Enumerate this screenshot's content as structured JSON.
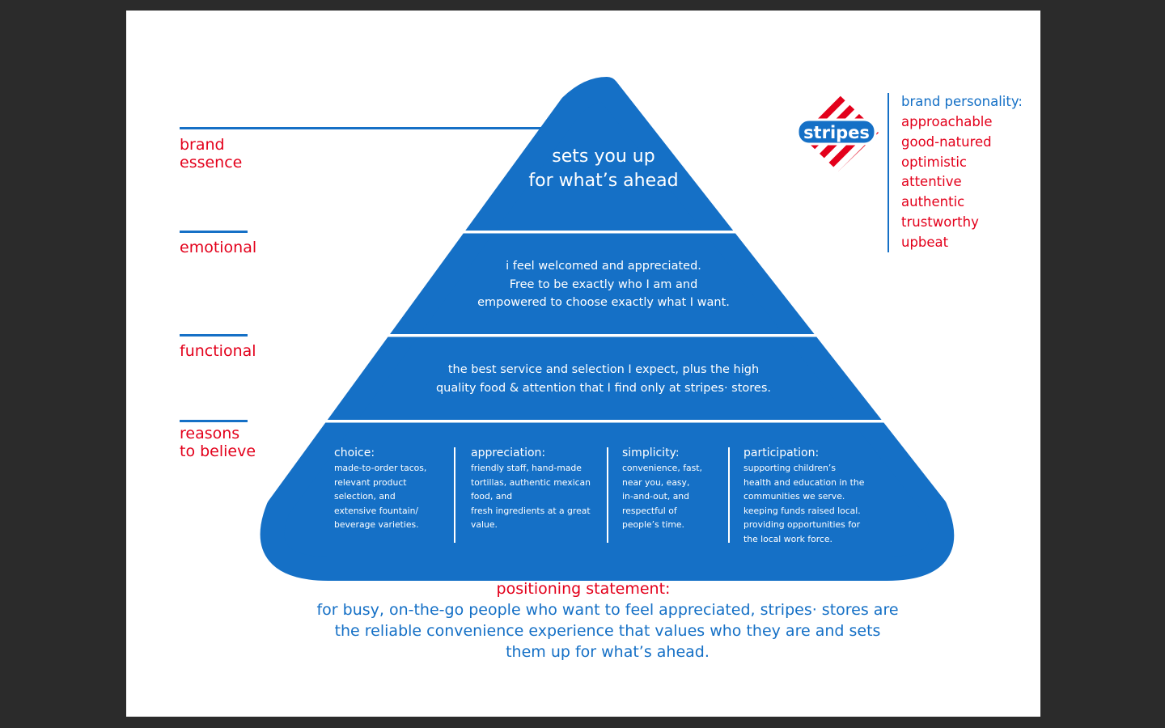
{
  "levels": {
    "essence": {
      "label": "brand\nessence",
      "text": "sets you up\nfor what’s ahead"
    },
    "emotional": {
      "label": "emotional",
      "text": "i feel welcomed and appreciated.\nFree to be exactly who I am and\nempowered to choose exactly what I want."
    },
    "functional": {
      "label": "functional",
      "text": "the best service and selection I expect, plus the high\nquality food & attention that I find only at stripes· stores."
    },
    "reasons": {
      "label": "reasons\nto believe",
      "columns": [
        {
          "title": "choice:",
          "body": "made-to-order tacos,\nrelevant product\nselection, and\nextensive fountain/\nbeverage varieties."
        },
        {
          "title": "appreciation:",
          "body": "friendly staff, hand-made\ntortillas, authentic mexican\nfood, and\nfresh ingredients at a great\nvalue."
        },
        {
          "title": "simplicity:",
          "body": "convenience, fast,\nnear you, easy,\nin-and-out, and\nrespectful of\npeople’s time."
        },
        {
          "title": "participation:",
          "body": "supporting children’s\nhealth and education in the\ncommunities we serve.\nkeeping funds raised local.\nproviding opportunities for\nthe local work force."
        }
      ]
    }
  },
  "logo": {
    "text": "stripes",
    "colors": {
      "stripe": "#e3001b",
      "badge": "#1570c6"
    }
  },
  "brand_personality": {
    "title": "brand personality:",
    "traits": [
      "approachable",
      "good-natured",
      "optimistic",
      "attentive",
      "authentic",
      "trustworthy",
      "upbeat"
    ]
  },
  "positioning": {
    "title": "positioning statement:",
    "body": "for busy, on-the-go people who want to feel appreciated, stripes· stores are the reliable convenience experience that values who they are and sets them up for what’s ahead."
  },
  "colors": {
    "blue": "#1570c6",
    "red": "#e3001b",
    "background": "#2b2b2b"
  }
}
